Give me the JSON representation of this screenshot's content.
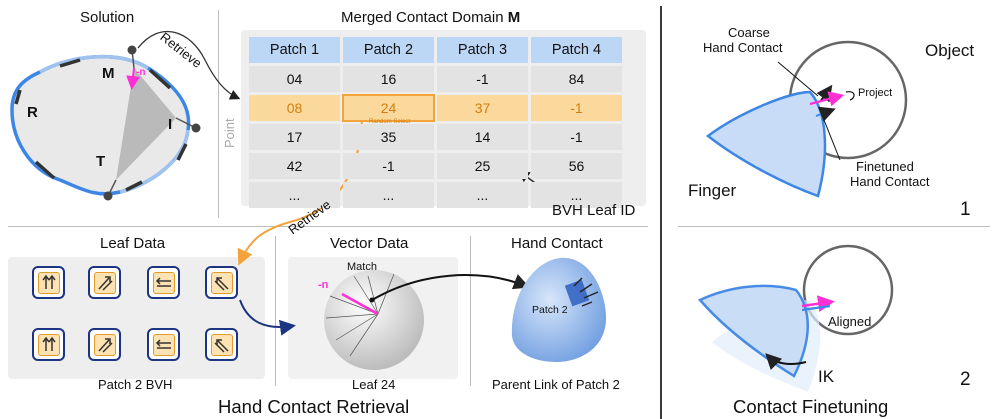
{
  "labels": {
    "solution": "Solution",
    "merged_title": "Merged Contact Domain",
    "merged_title_symbol": "M",
    "retrieve_top": "Retrieve",
    "retrieve_mid": "Retrieve",
    "point_axis": "Point",
    "random_select": "Random Select",
    "bvh_leaf_id": "BVH Leaf ID",
    "leaf_data": "Leaf Data",
    "patch2_bvh": "Patch 2 BVH",
    "vector_data": "Vector Data",
    "match": "Match",
    "neg_n_sphere": "-n",
    "leaf24": "Leaf 24",
    "hand_contact": "Hand Contact",
    "patch2_hand": "Patch 2",
    "parent_link": "Parent Link of Patch 2",
    "hand_contact_retrieval": "Hand Contact Retrieval",
    "region_R": "R",
    "region_M": "M",
    "region_I": "I",
    "region_T": "T",
    "neg_n_solution": "-n",
    "coarse_hand_contact_1": "Coarse",
    "coarse_hand_contact_2": "Hand Contact",
    "object": "Object",
    "project": "Project",
    "finetuned_1": "Finetuned",
    "finetuned_2": "Hand Contact",
    "finger": "Finger",
    "step1": "1",
    "aligned": "Aligned",
    "ik": "IK",
    "step2": "2",
    "contact_finetuning": "Contact Finetuning"
  },
  "table": {
    "headers": [
      "Patch 1",
      "Patch 2",
      "Patch 3",
      "Patch 4"
    ],
    "rows": [
      [
        "04",
        "16",
        "-1",
        "84"
      ],
      [
        "08",
        "24",
        "37",
        "-1"
      ],
      [
        "17",
        "35",
        "14",
        "-1"
      ],
      [
        "42",
        "-1",
        "25",
        "56"
      ],
      [
        "...",
        "...",
        "...",
        "..."
      ]
    ],
    "highlight_row": 1,
    "selected_cell": [
      1,
      1
    ]
  },
  "leaf_arrows": [
    "up-up",
    "diag-ne",
    "left-right",
    "diag-nw",
    "up-up",
    "diag-ne",
    "left-right",
    "diag-nw"
  ],
  "colors": {
    "blue_outline": "#3d86e6",
    "orange": "#f2a43a",
    "magenta": "#ff2fd6",
    "navy": "#1c3482",
    "header_blue": "#bcd6f5"
  }
}
